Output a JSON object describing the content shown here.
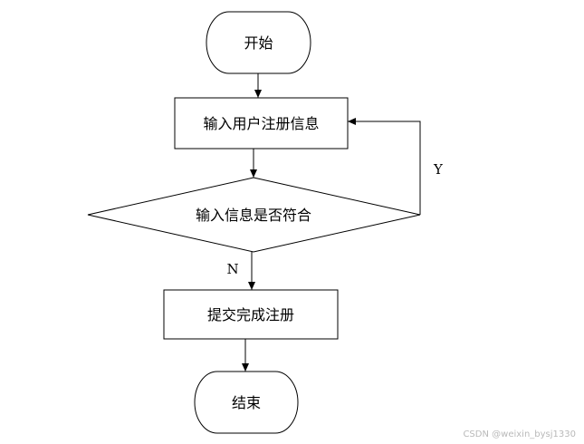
{
  "nodes": {
    "start": "开始",
    "input": "输入用户注册信息",
    "decision": "输入信息是否符合",
    "submit": "提交完成注册",
    "end": "结束"
  },
  "edges": {
    "yes": "Y",
    "no": "N"
  },
  "watermark": "CSDN @weixin_bysj1330",
  "colors": {
    "stroke": "#000000",
    "background": "#ffffff",
    "watermark": "#b9b9b9"
  }
}
